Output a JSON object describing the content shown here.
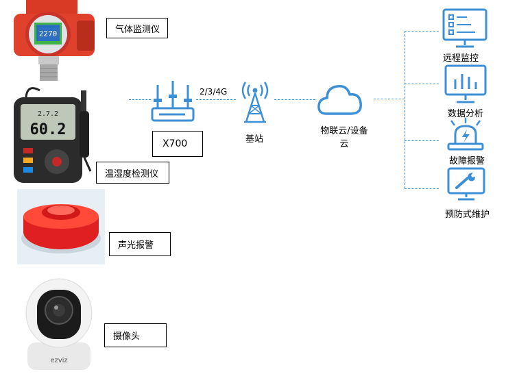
{
  "devices": {
    "gas": {
      "label": "气体监测仪",
      "screen_value": "2270"
    },
    "thermo": {
      "label": "温湿度检测仪",
      "reading_top": "2.7.2",
      "reading_main": "60.2"
    },
    "alarm": {
      "label": "声光报警"
    },
    "camera": {
      "label": "摄像头",
      "brand": "ezviz"
    }
  },
  "network": {
    "router_label": "X700",
    "link_label": "2/3/4G",
    "tower_label": "基站",
    "cloud_label_line1": "物联云/设备",
    "cloud_label_line2": "云"
  },
  "services": [
    {
      "label": "远程监控",
      "icon": "monitor-checklist-icon"
    },
    {
      "label": "数据分析",
      "icon": "bar-chart-icon"
    },
    {
      "label": "故障报警",
      "icon": "alarm-siren-icon"
    },
    {
      "label": "预防式维护",
      "icon": "wrench-icon"
    }
  ],
  "colors": {
    "accent": "#3d8fd6",
    "line": "#3d8fd6"
  }
}
